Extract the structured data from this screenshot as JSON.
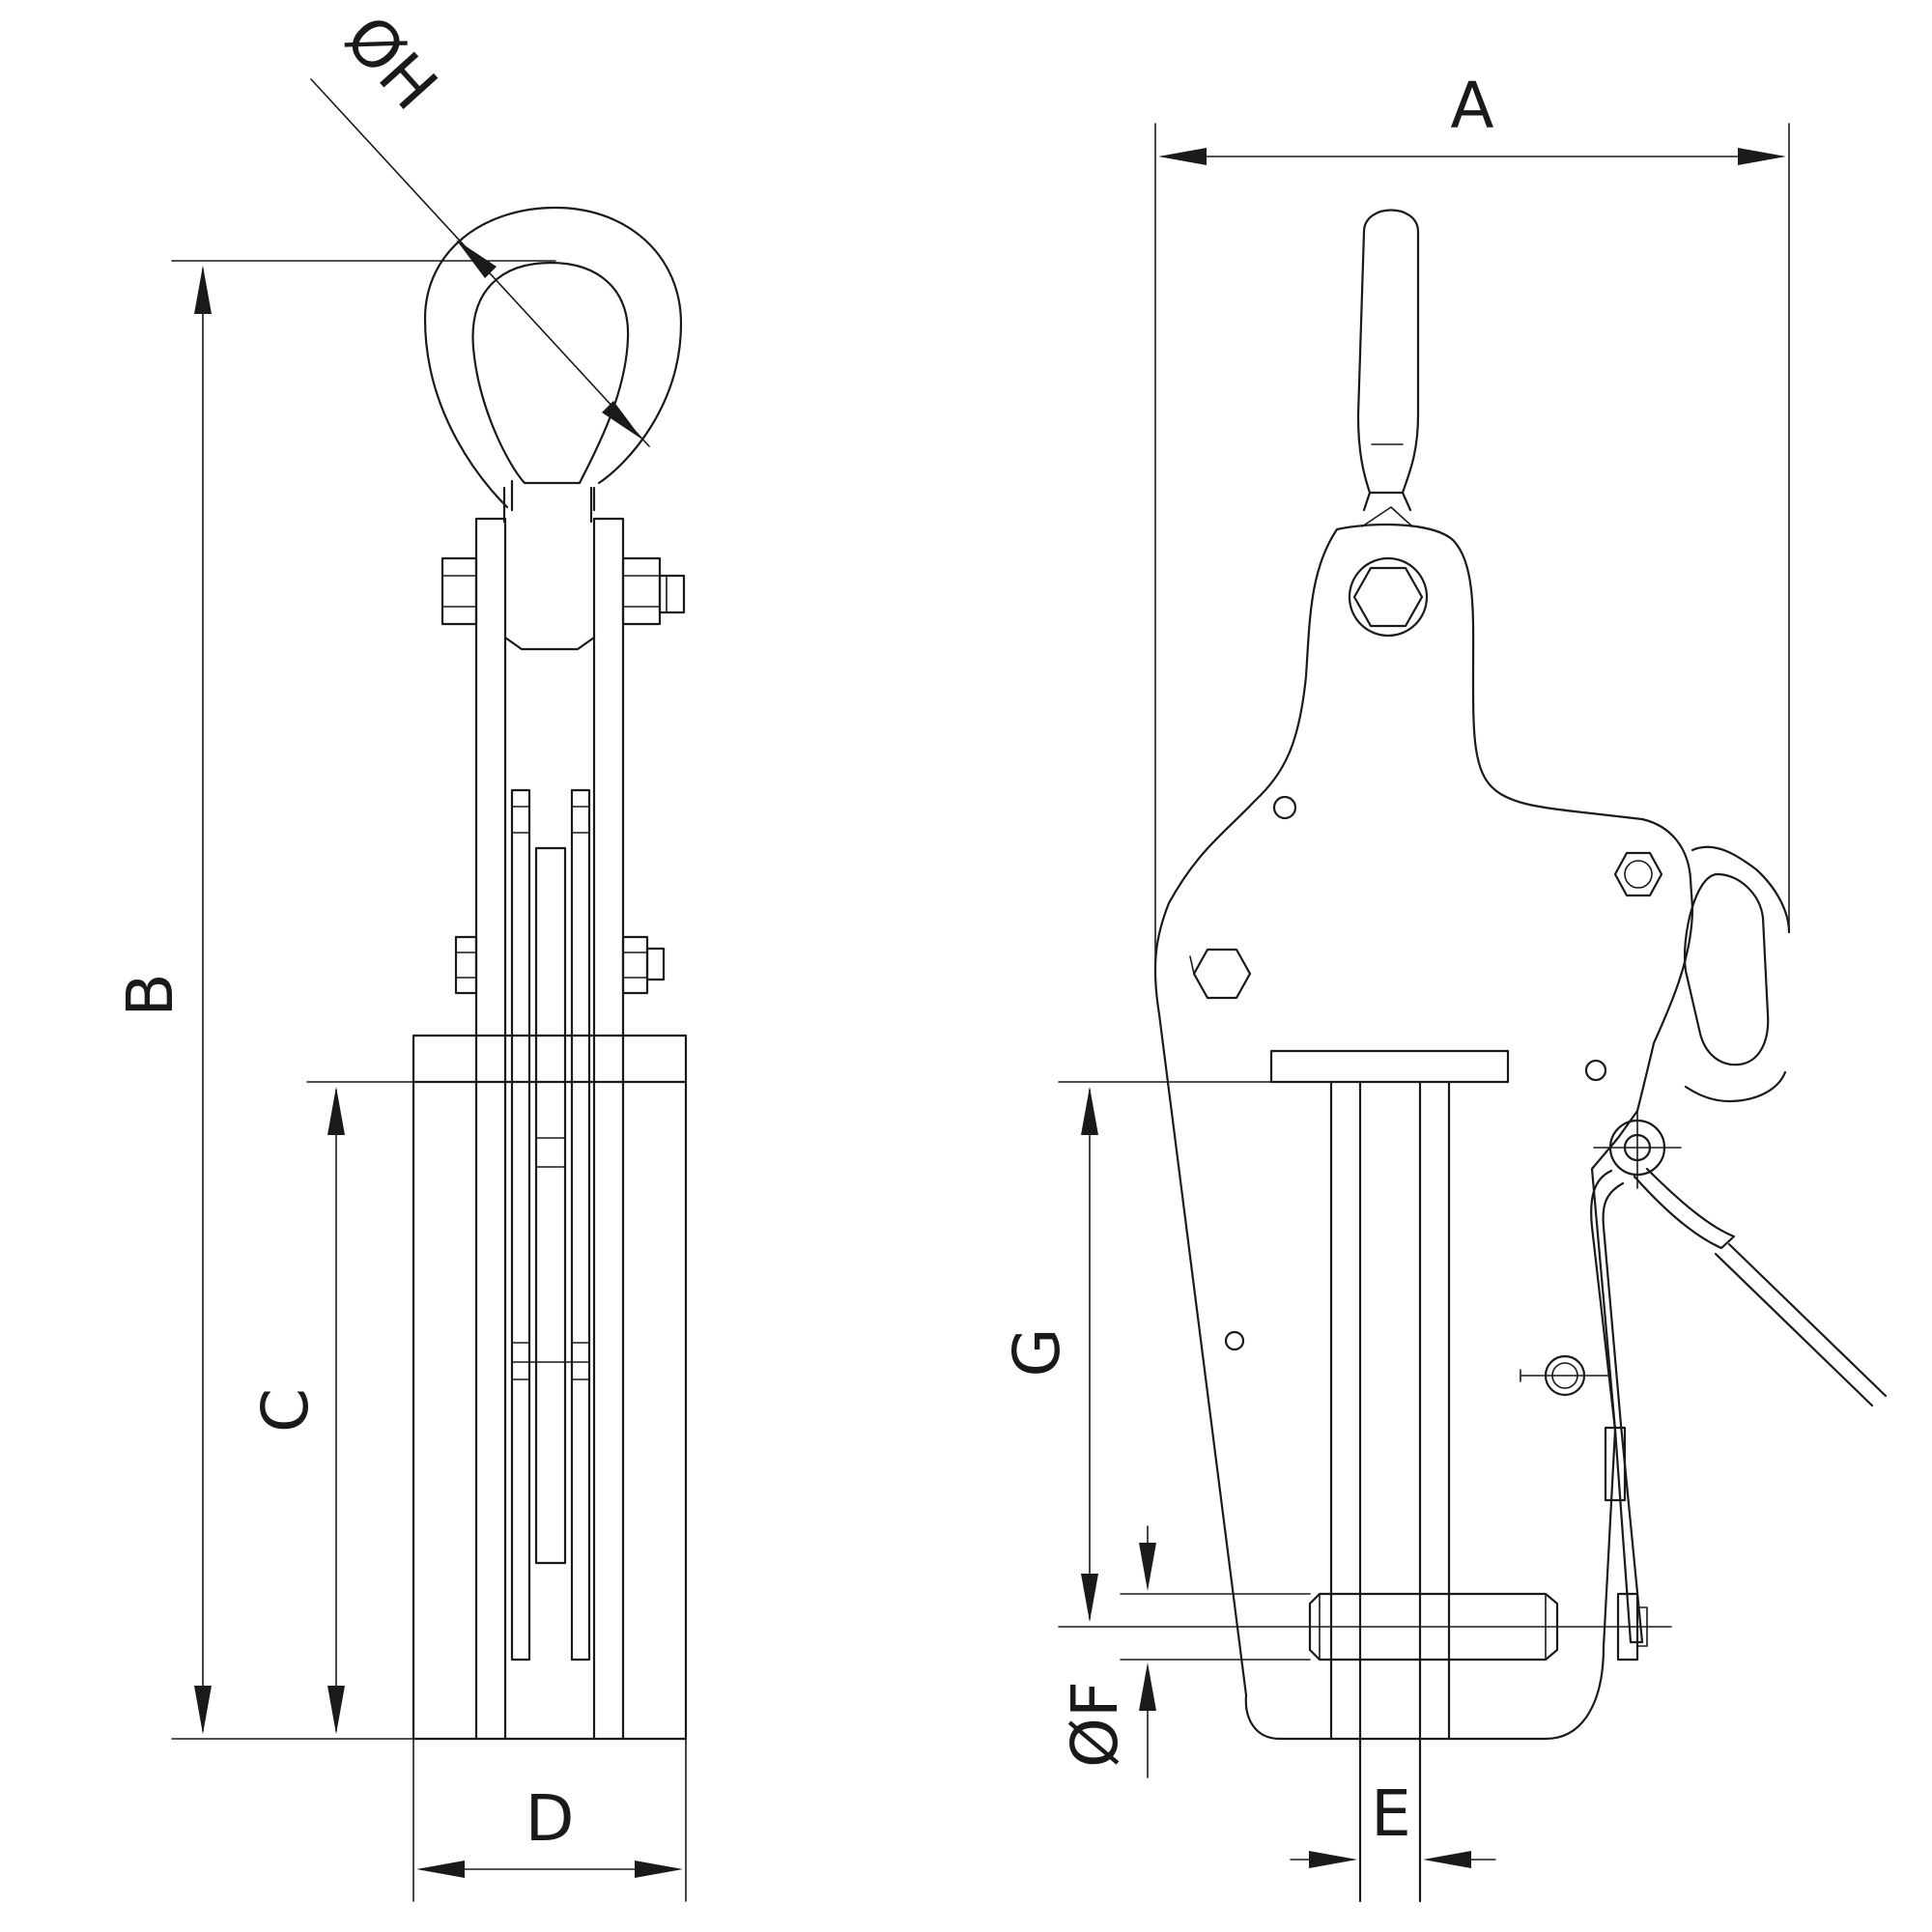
{
  "labels": {
    "A": "A",
    "B": "B",
    "C": "C",
    "D": "D",
    "E": "E",
    "F": "ØF",
    "G": "G",
    "H": "ØH"
  },
  "colors": {
    "line": "#1a1a1a",
    "background": "#ffffff"
  }
}
